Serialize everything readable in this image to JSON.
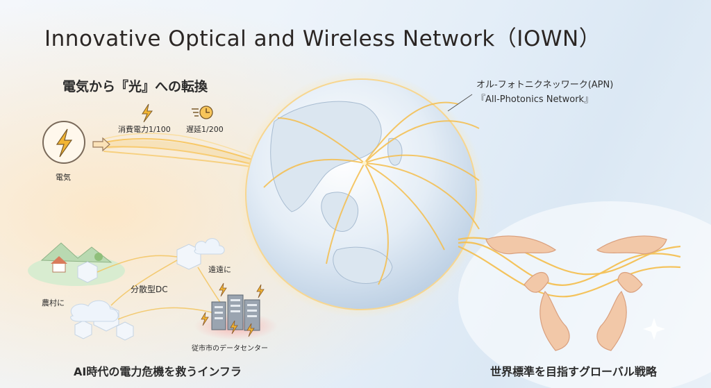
{
  "title": "Innovative Optical and Wireless Network（IOWN）",
  "conversion_heading": "電気から『光』への転換",
  "badges": {
    "power": "消費電力1/100",
    "delay": "遅延1/200",
    "electricity": "電気"
  },
  "apn": {
    "line1": "オル-フォトニクネッワーク(APN)",
    "line2": "『All-Photonics Network』"
  },
  "infra": {
    "rural": "農村に",
    "distributed_dc": "分散型DC",
    "remote": "遠遠に",
    "city_dc": "従市市のデータセンター"
  },
  "footer": {
    "left": "AI時代の電力危機を救うインフラ",
    "right": "世界標準を目指すグローバル戦略"
  },
  "icons": [
    "lightning-icon",
    "arrow-right-icon",
    "clock-icon",
    "globe",
    "server-icon",
    "cube-icon",
    "cloud-icon",
    "hands-illustration"
  ],
  "colors": {
    "accent_gold": "#f3c35a",
    "text_dark": "#2b2624"
  }
}
